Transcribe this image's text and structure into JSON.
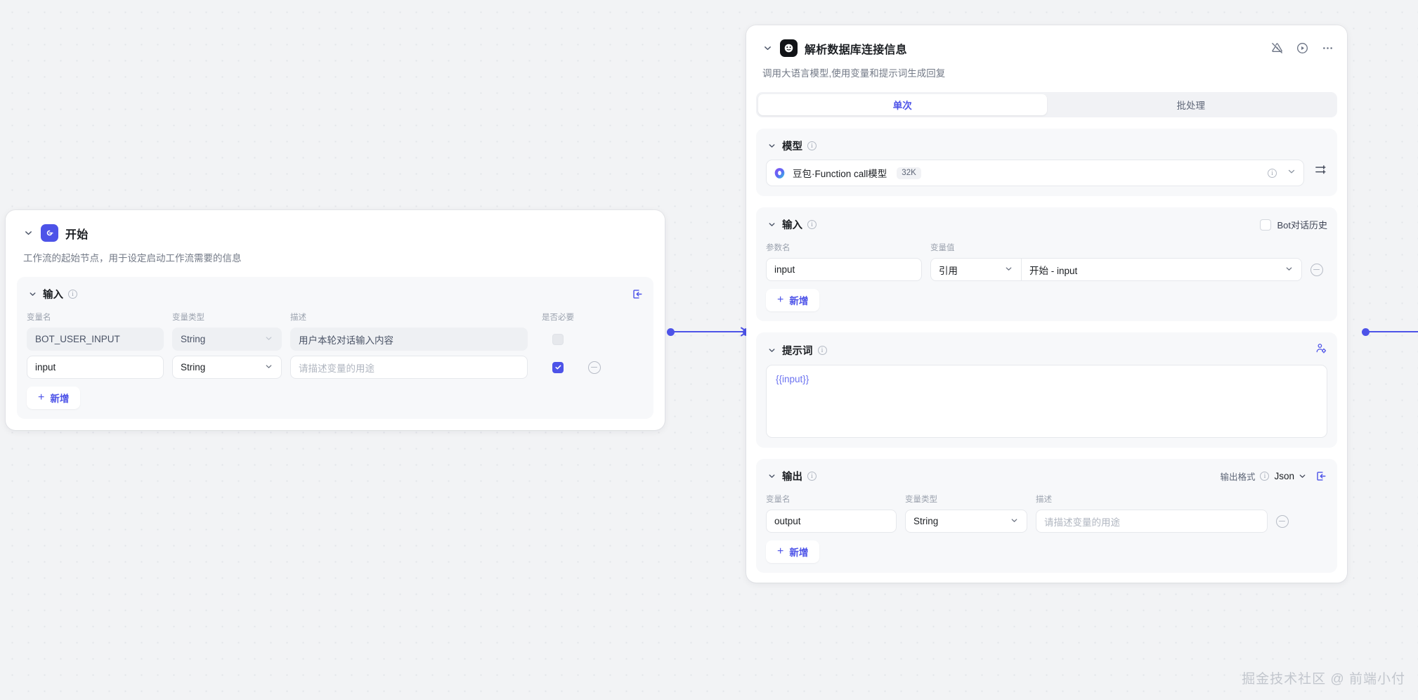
{
  "canvas": {
    "background_color": "#f2f3f5",
    "accent_color": "#4d53e8"
  },
  "start_node": {
    "title": "开始",
    "icon": "start-flag-icon",
    "description": "工作流的起始节点，用于设定启动工作流需要的信息",
    "input_section": {
      "title": "输入",
      "columns": [
        "变量名",
        "变量类型",
        "描述",
        "是否必要"
      ],
      "rows": [
        {
          "name": "BOT_USER_INPUT",
          "type": "String",
          "description": "用户本轮对话输入内容",
          "required": false,
          "disabled": true,
          "removable": false
        },
        {
          "name": "input",
          "type": "String",
          "description_placeholder": "请描述变量的用途",
          "required": true,
          "disabled": false,
          "removable": true
        }
      ],
      "add_label": "新增"
    }
  },
  "llm_node": {
    "title": "解析数据库连接信息",
    "icon": "llm-face-icon",
    "description": "调用大语言模型,使用变量和提示词生成回复",
    "header_actions": [
      "warning-off-icon",
      "run-icon",
      "more-icon"
    ],
    "tabs": [
      {
        "label": "单次",
        "active": true
      },
      {
        "label": "批处理",
        "active": false
      }
    ],
    "model_section": {
      "title": "模型",
      "model_name": "豆包·Function call模型",
      "context_badge": "32K",
      "settings_icon": "sliders-icon"
    },
    "input_section": {
      "title": "输入",
      "bot_history_label": "Bot对话历史",
      "bot_history_checked": false,
      "columns": [
        "参数名",
        "变量值"
      ],
      "rows": [
        {
          "param": "input",
          "source_type": "引用",
          "source_value": "开始 - input",
          "removable": true
        }
      ],
      "add_label": "新增"
    },
    "prompt_section": {
      "title": "提示词",
      "value": "{{input}}",
      "optimize_icon": "persona-gear-icon"
    },
    "output_section": {
      "title": "输出",
      "format_label": "输出格式",
      "format_value": "Json",
      "columns": [
        "变量名",
        "变量类型",
        "描述"
      ],
      "rows": [
        {
          "name": "output",
          "type": "String",
          "description_placeholder": "请描述变量的用途",
          "removable": true
        }
      ],
      "add_label": "新增"
    }
  },
  "watermark": "掘金技术社区 @ 前端小付"
}
